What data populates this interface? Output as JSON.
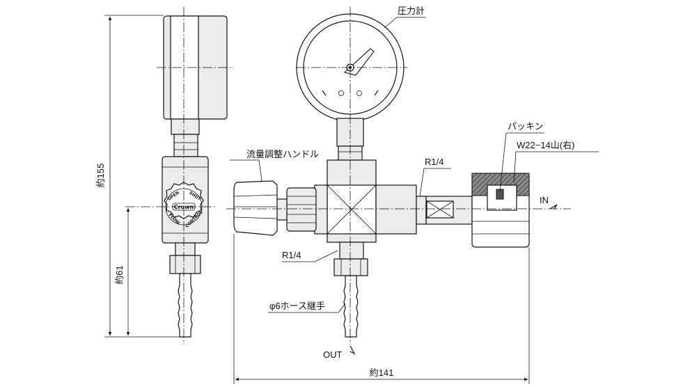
{
  "labels": {
    "pressure_gauge": "圧力計",
    "flow_handle": "流量調整ハンドル",
    "r14_top": "R1/4",
    "r14_bottom": "R1/4",
    "packing": "パッキン",
    "thread": "W22−14山(右)",
    "hose_joint": "φ6ホース継手",
    "inlet": "IN",
    "outlet": "OUT"
  },
  "dimensions": {
    "height_total": "約155",
    "height_lower": "約61",
    "width_total": "約141"
  },
  "knob_markings": {
    "top_left": "OPEN",
    "top_right": "SHUT",
    "logo": "Crown",
    "bottom_left": "FLOW",
    "bottom_right": "CONTROL"
  }
}
